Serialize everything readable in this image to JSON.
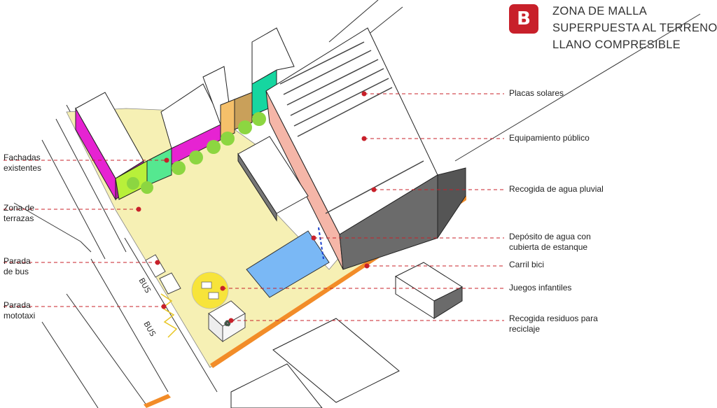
{
  "badge": "B",
  "title_lines": [
    "ZONA DE MALLA",
    "SUPERPUESTA AL TERRENO",
    "LLANO COMPRESIBLE"
  ],
  "labels_left": [
    {
      "id": "fachadas",
      "lines": [
        "Fachadas",
        "existentes"
      ]
    },
    {
      "id": "terrazas",
      "lines": [
        "Zona de",
        "terrazas"
      ]
    },
    {
      "id": "parada-bus",
      "lines": [
        "Parada",
        "de bus"
      ]
    },
    {
      "id": "parada-mototaxi",
      "lines": [
        "Parada",
        "mototaxi"
      ]
    }
  ],
  "labels_right": [
    {
      "id": "placas",
      "lines": [
        "Placas solares"
      ]
    },
    {
      "id": "equipamiento",
      "lines": [
        "Equipamiento público"
      ]
    },
    {
      "id": "recogida-agua",
      "lines": [
        "Recogida de agua pluvial"
      ]
    },
    {
      "id": "deposito",
      "lines": [
        "Depósito de agua con",
        "cubierta de estanque"
      ]
    },
    {
      "id": "carril",
      "lines": [
        "Carril bici"
      ]
    },
    {
      "id": "juegos",
      "lines": [
        "Juegos infantiles"
      ]
    },
    {
      "id": "residuos",
      "lines": [
        "Recogida residuos para",
        "reciclaje"
      ]
    }
  ],
  "road_marks": [
    "BUS",
    "BUS"
  ],
  "colors": {
    "badge": "#c8202a",
    "leader": "#c8202a",
    "plaza": "#f6f0b4",
    "facade_magenta": "#e623d2",
    "facade_lime": "#b8f03a",
    "facade_green": "#55e890",
    "facade_orange": "#f5c06a",
    "facade_teal": "#16d6a0",
    "equipment_pink": "#f5b6a8",
    "pool": "#7ab8f5",
    "bike_lane": "#f28c28",
    "tree": "#8cd641",
    "play_area": "#f7e43a",
    "building_dark": "#6b6b6b"
  }
}
